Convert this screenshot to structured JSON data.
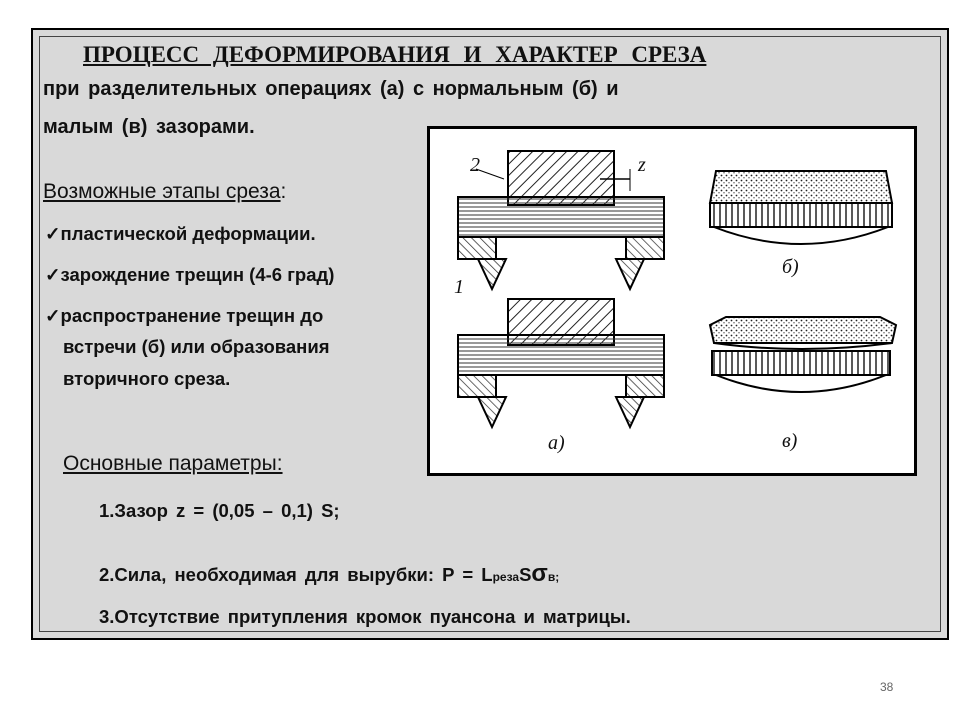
{
  "slide": {
    "title": "ПРОЦЕСС  ДЕФОРМИРОВАНИЯ   И ХАРАКТЕР  СРЕЗА",
    "subtitle_line1": "при  разделительных операциях  (а)  с  нормальным  (б)  и",
    "subtitle_line2": "малым  (в)  зазорами.",
    "stages_heading": "Возможные этапы среза",
    "stages_colon": ":",
    "check_symbol": "✓",
    "stages": [
      "пластической деформации.",
      "зарождение трещин (4-6 град)",
      "распространение трещин до"
    ],
    "stage3_cont1": "встречи (б) или образования",
    "stage3_cont2": "вторичного среза.",
    "params_heading": "Основные параметры:",
    "param1": "1.Зазор     z = (0,05 – 0,1) S;",
    "param2_prefix": "2.Сила,  необходимая  для  вырубки:  P = L",
    "param2_sub": "реза",
    "param2_s": "S",
    "param2_sigma": "σ",
    "param2_end": "в;",
    "param3": "3.Отсутствие  притупления  кромок  пуансона  и  матрицы.",
    "page_number": "38"
  },
  "figure": {
    "label_2": "2",
    "label_z": "z",
    "label_1": "1",
    "label_a": "а)",
    "label_b": "б)",
    "label_v": "в)"
  }
}
